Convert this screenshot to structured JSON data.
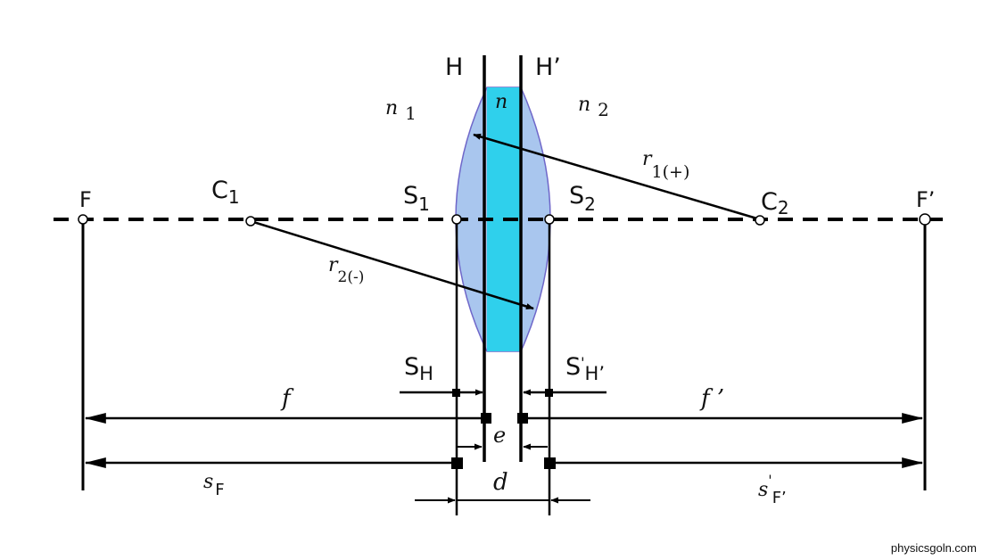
{
  "diagram": {
    "colors": {
      "lens_outer": "#a9c6ee",
      "lens_outer_stroke": "#6f67c9",
      "lens_core": "#2fd0ec",
      "line": "#000000",
      "background": "#ffffff"
    },
    "labels": {
      "H": "H",
      "H_prime": "H’",
      "n": "n",
      "n1": "n",
      "n1_sub": "1",
      "n2": "n",
      "n2_sub": "2",
      "F": "F",
      "F_prime": "F’",
      "C1": "C",
      "C1_sub": "1",
      "C2": "C",
      "C2_sub": "2",
      "S1": "S",
      "S1_sub": "1",
      "S2": "S",
      "S2_sub": "2",
      "r1": "r",
      "r1_sub": "1(+)",
      "r2": "r",
      "r2_sub": "2(-)",
      "SH": "S",
      "SH_sub": "H",
      "SH_prime": "S",
      "SH_prime_sup": "'",
      "SH_prime_sub": "H’",
      "f": "f",
      "f_prime": "f ’",
      "e": "e",
      "d": "d",
      "sF": "s",
      "sF_sub": "F",
      "sF_prime": "s",
      "sF_prime_sup": "'",
      "sF_prime_sub": "F’"
    }
  },
  "watermark": "physicsgoln.com"
}
